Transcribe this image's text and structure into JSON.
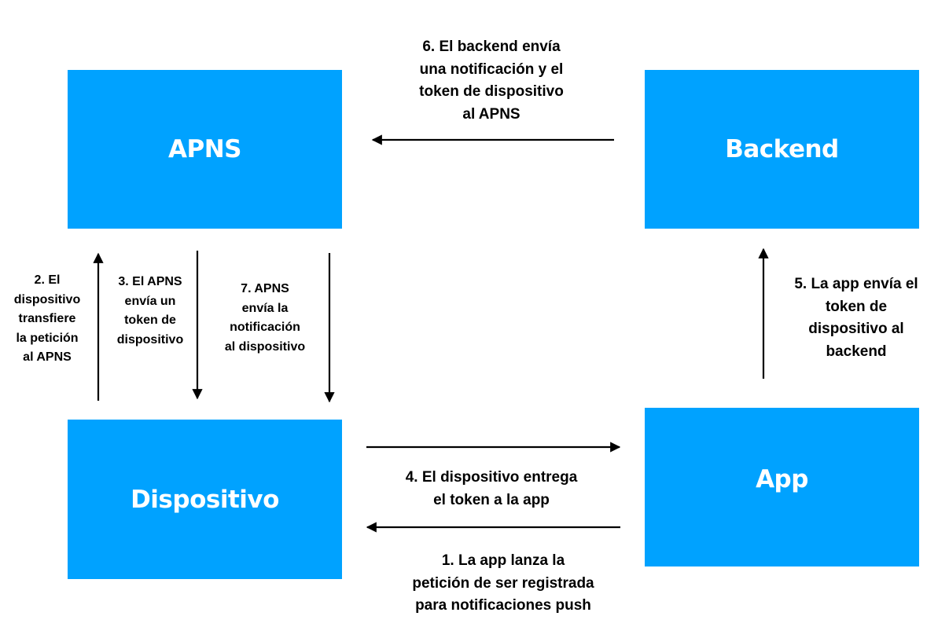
{
  "nodes": {
    "apns": "APNS",
    "backend": "Backend",
    "dispositivo": "Dispositivo",
    "app": "App"
  },
  "steps": {
    "step1": "1. La app lanza la\npetición de ser registrada\npara notificaciones push",
    "step2": "2. El\ndispositivo\ntransfiere\nla petición\nal APNS",
    "step3": "3. El APNS\nenvía un\ntoken de\ndispositivo",
    "step4": "4. El dispositivo entrega\nel token a la app",
    "step5": "5. La app envía el\ntoken de\ndispositivo al\nbackend",
    "step6": "6. El backend envía\nuna notificación y el\ntoken de dispositivo\nal APNS",
    "step7": "7. APNS\nenvía la\nnotificación\nal dispositivo"
  },
  "colors": {
    "box_fill": "#00a2ff",
    "box_text": "#ffffff",
    "arrow": "#000000",
    "label_text": "#000000"
  }
}
